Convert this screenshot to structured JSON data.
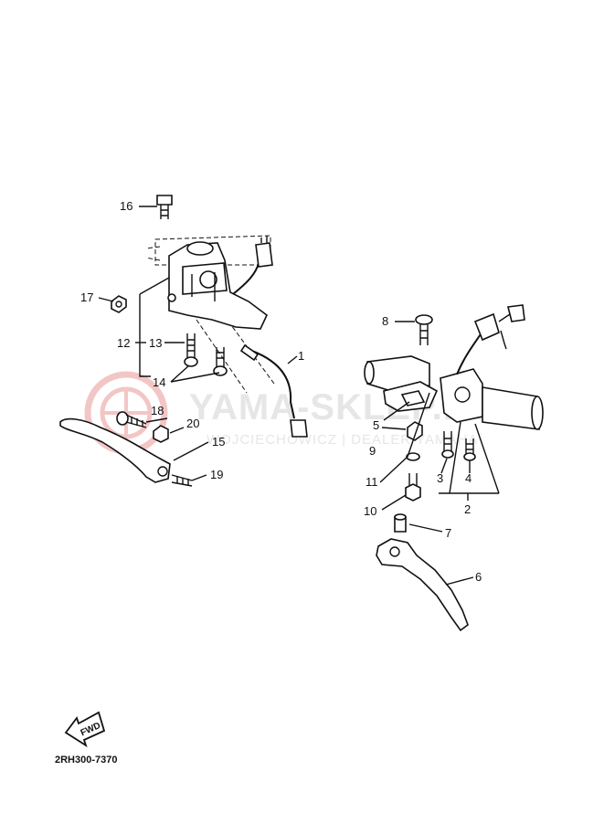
{
  "watermark": {
    "title": "YAMA-SKLEP.PL",
    "subtitle": "WOJCIECHOWICZ | DEALER YAMAHA"
  },
  "callouts": [
    "1",
    "2",
    "3",
    "4",
    "5",
    "6",
    "7",
    "8",
    "9",
    "10",
    "11",
    "12",
    "13",
    "14",
    "15",
    "16",
    "17",
    "18",
    "19",
    "20"
  ],
  "fwd_label": "FWD",
  "diagram_code": "2RH300-7370",
  "colors": {
    "ink": "#111111",
    "watermark": "#e6e6e6",
    "watermark_logo": "#f3c6c6"
  }
}
